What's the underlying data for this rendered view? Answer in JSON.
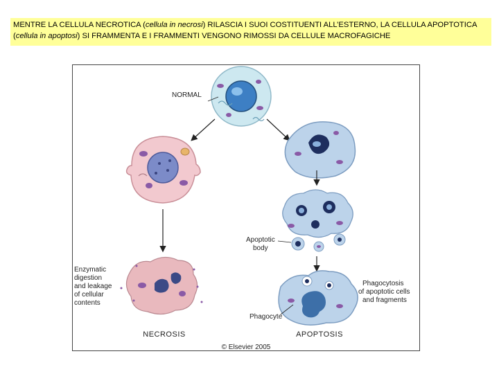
{
  "caption": {
    "p1": "MENTRE LA CELLULA NECROTICA (",
    "i1": "cellula in necrosi",
    "p2": ") RILASCIA I SUOI COSTITUENTI ALL’ESTERNO, LA CELLULA APOPTOTICA (",
    "i2": "cellula in apoptosi",
    "p3": ") SI FRAMMENTA E I FRAMMENTI VENGONO RIMOSSI DA CELLULE MACROFAGICHE"
  },
  "figure": {
    "normal_label": "NORMAL",
    "enzymatic_lines": [
      "Enzymatic",
      "digestion",
      "and leakage",
      "of cellular",
      "contents"
    ],
    "apoptotic_lines": [
      "Apoptotic",
      "body"
    ],
    "phagocytosis_lines": [
      "Phagocytosis",
      "of apoptotic cells",
      "and fragments"
    ],
    "phagocyte_label": "Phagocyte",
    "necrosis_label": "NECROSIS",
    "apoptosis_label": "APOPTOSIS",
    "copyright": "© Elsevier 2005"
  },
  "colors": {
    "caption_bg": "#ffff99",
    "normal_cell": "#cde8f0",
    "necrotic_cell": "#f2c9cf",
    "apoptotic_cell": "#bcd3ea",
    "nucleus": "#3d6fa8",
    "organelle": "#8a5aa6"
  }
}
